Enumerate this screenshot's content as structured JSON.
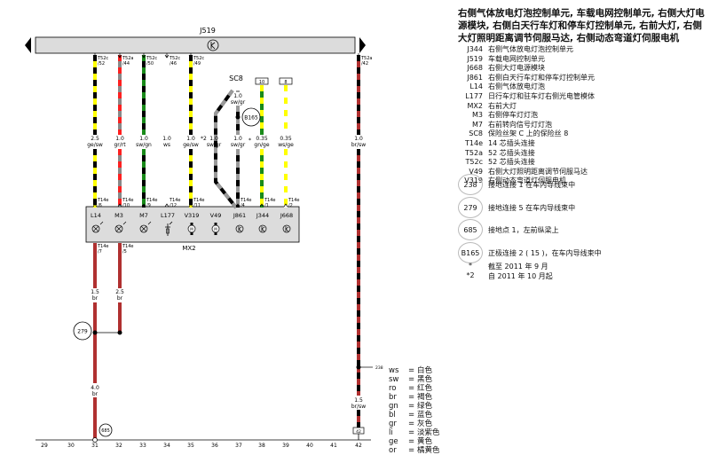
{
  "diagram": {
    "control_unit": "J519",
    "module": "MX2",
    "fuse": "SC8",
    "splice": "B165",
    "ground_279": "279",
    "ground_685": "685",
    "ground_238_arrow": "238",
    "note_star2": "*2",
    "note_star": "*",
    "wires": [
      {
        "top": "T52c",
        "top_pin": "/52",
        "gauge": "2.5",
        "color": "ge/sw",
        "bottom": "T14e",
        "bottom_pin": "/6",
        "c1": "#ffff00",
        "c2": "#000000"
      },
      {
        "top": "T52a",
        "top_pin": "/44",
        "gauge": "1.0",
        "color": "gr/rt",
        "bottom": "T14e",
        "bottom_pin": "/10",
        "c1": "#888888",
        "c2": "#ff2020"
      },
      {
        "top": "T52c",
        "top_pin": "/50",
        "gauge": "1.0",
        "color": "sw/gn",
        "bottom": "T14e",
        "bottom_pin": "/9",
        "c1": "#000000",
        "c2": "#1a8a1a"
      },
      {
        "top": "T52c",
        "top_pin": "/46",
        "gauge": "1.0",
        "color": "ws",
        "bottom": "T14e",
        "bottom_pin": "/12",
        "c1": "#ffffff",
        "c2": "#ffffff"
      },
      {
        "top": "T52c",
        "top_pin": "/49",
        "gauge": "1.0",
        "color": "ge/sw",
        "bottom": "T14e",
        "bottom_pin": "/11",
        "c1": "#ffff00",
        "c2": "#000000"
      },
      {
        "top": "",
        "top_pin": "",
        "gauge": "1.0",
        "color": "sw/gr",
        "bottom": "",
        "bottom_pin": "",
        "c1": "#000000",
        "c2": "#999999"
      },
      {
        "top": "",
        "top_pin": "",
        "gauge": "1.0",
        "color": "sw/gr",
        "bottom": "T14e",
        "bottom_pin": "/4",
        "c1": "#000000",
        "c2": "#999999",
        "upper_gauge": "1.0",
        "upper_color": "sw/gr"
      },
      {
        "top": "10",
        "top_pin": "",
        "gauge": "0.35",
        "color": "gn/ge",
        "bottom": "T14e",
        "bottom_pin": "/1",
        "c1": "#1a8a1a",
        "c2": "#ffff00"
      },
      {
        "top": "8",
        "top_pin": "",
        "gauge": "0.35",
        "color": "ws/ge",
        "bottom": "T14e",
        "bottom_pin": "/2",
        "c1": "#ffffff",
        "c2": "#ffff00"
      },
      {
        "top": "T52a",
        "top_pin": "/42",
        "gauge": "1.0",
        "color": "br/sw",
        "bottom": "",
        "bottom_pin": "",
        "c1": "#b03030",
        "c2": "#000000",
        "lower_gauge": "1.5",
        "lower_color": "br/sw",
        "end_box": "42"
      }
    ],
    "components": [
      "L14",
      "M3",
      "M7",
      "L177",
      "V319",
      "V49",
      "J861",
      "J344",
      "J668"
    ],
    "lower_wires": [
      {
        "connector": "T14e",
        "pin": "/7",
        "gauge": "1.5",
        "color": "br",
        "ground_gauge": "4.0",
        "ground_color": "br"
      },
      {
        "connector": "T14e",
        "pin": "/5",
        "gauge": "2.5",
        "color": "br"
      }
    ],
    "scale": [
      "29",
      "30",
      "31",
      "32",
      "33",
      "34",
      "35",
      "36",
      "37",
      "38",
      "39",
      "40",
      "41",
      "42"
    ]
  },
  "legend": {
    "title": "右侧气体放电灯泡控制单元, 车载电网控制单元, 右侧大灯电源模块, 右侧白天行车灯和停车灯控制单元, 右前大灯, 右侧大灯照明距离调节伺服马达, 右侧动态弯道灯伺服电机",
    "items": [
      {
        "code": "J344",
        "desc": "右侧气体放电灯泡控制单元"
      },
      {
        "code": "J519",
        "desc": "车载电网控制单元"
      },
      {
        "code": "J668",
        "desc": "右侧大灯电源模块"
      },
      {
        "code": "J861",
        "desc": "右侧白天行车灯和停车灯控制单元"
      },
      {
        "code": "L14",
        "desc": "右侧气体放电灯泡"
      },
      {
        "code": "L177",
        "desc": "日行车灯和驻车灯右侧光电管模体"
      },
      {
        "code": "MX2",
        "desc": "右前大灯"
      },
      {
        "code": "M3",
        "desc": "右侧停车灯灯泡"
      },
      {
        "code": "M7",
        "desc": "右前转向信号灯灯泡"
      },
      {
        "code": "SC8",
        "desc": "保险丝架 C 上的保险丝 8"
      },
      {
        "code": "T14e",
        "desc": "14 芯插头连接"
      },
      {
        "code": "T52a",
        "desc": "52 芯插头连接"
      },
      {
        "code": "T52c",
        "desc": "52 芯插头连接"
      },
      {
        "code": "V49",
        "desc": "右侧大灯照明距离调节伺服马达"
      },
      {
        "code": "V319",
        "desc": "右侧动态弯道灯伺服电机"
      }
    ],
    "connections": [
      {
        "code": "238",
        "desc": "接地连接 1 在车内导线束中"
      },
      {
        "code": "279",
        "desc": "接地连接 5 在车内导线束中"
      },
      {
        "code": "685",
        "desc": "接地点 1，左前纵梁上"
      },
      {
        "code": "B165",
        "desc": "正极连接 2 ( 15 )，在车内导线束中"
      }
    ],
    "notes": [
      {
        "mark": "*",
        "desc": "截至 2011 年 9 月"
      },
      {
        "mark": "*2",
        "desc": "自 2011 年 10 月起"
      }
    ],
    "colors": [
      {
        "code": "ws",
        "name": "白色"
      },
      {
        "code": "sw",
        "name": "黑色"
      },
      {
        "code": "ro",
        "name": "红色"
      },
      {
        "code": "br",
        "name": "褐色"
      },
      {
        "code": "gn",
        "name": "绿色"
      },
      {
        "code": "bl",
        "name": "蓝色"
      },
      {
        "code": "gr",
        "name": "灰色"
      },
      {
        "code": "li",
        "name": "淡紫色"
      },
      {
        "code": "ge",
        "name": "黄色"
      },
      {
        "code": "or",
        "name": "橘黄色"
      }
    ]
  },
  "palette": {
    "bar": "#dcdcdc",
    "brown": "#b03030"
  }
}
